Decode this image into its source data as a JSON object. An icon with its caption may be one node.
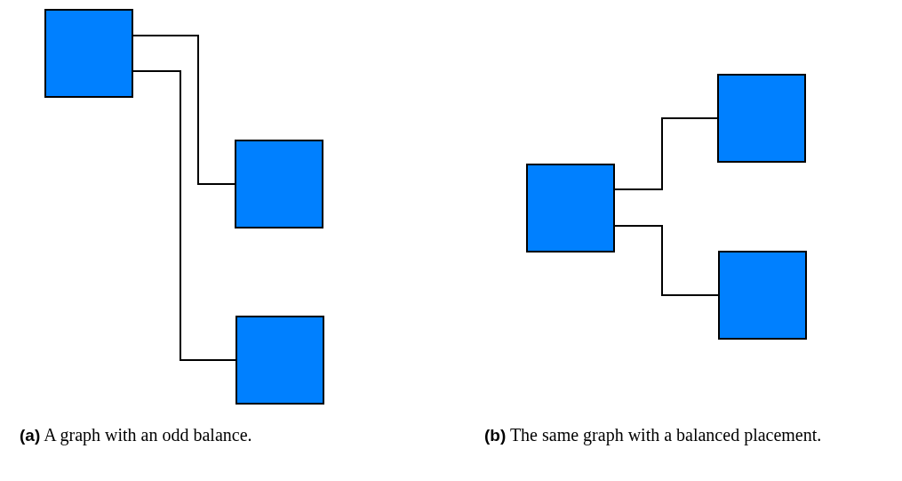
{
  "diagram": {
    "nodes": [
      {
        "text": [],
        "shape": "box"
      },
      {
        "text": [],
        "shape": "box"
      },
      {
        "text": [],
        "shape": "box"
      },
      {
        "text": [],
        "shape": "box"
      },
      {
        "text": [],
        "shape": "box"
      },
      {
        "text": [],
        "shape": "box"
      }
    ],
    "edges": [
      {
        "from": 0,
        "to": 1,
        "arrow": "none"
      },
      {
        "from": 0,
        "to": 2,
        "arrow": "none"
      },
      {
        "from": 3,
        "to": 4,
        "arrow": "none"
      },
      {
        "from": 3,
        "to": 5,
        "arrow": "none"
      }
    ],
    "labels": [
      "**(a)** A graph with an odd balance.",
      "**(b)** The same graph with a balanced placement."
    ]
  }
}
